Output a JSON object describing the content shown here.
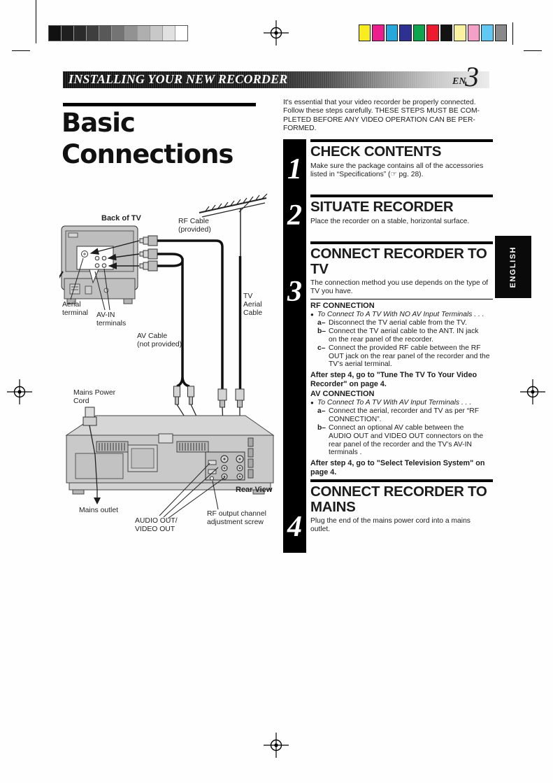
{
  "header": {
    "title": "INSTALLING YOUR NEW RECORDER",
    "language_code": "EN",
    "page_number": "3",
    "language_tab": "ENGLISH"
  },
  "left": {
    "main_title": "Basic\nConnections"
  },
  "intro": "It's essential that your video recorder be properly connected.\nFollow these steps carefully. THESE STEPS MUST BE COM-\nPLETED BEFORE ANY VIDEO OPERATION CAN BE PER-\nFORMED.",
  "ui": {
    "bullet_char": "●"
  },
  "steps": [
    {
      "number": "1",
      "title": "CHECK CONTENTS",
      "body": "Make sure the package contains all of the accessories\nlisted in “Specifications” (☞ pg. 28)."
    },
    {
      "number": "2",
      "title": "SITUATE RECORDER",
      "body": "Place the recorder on a stable, horizontal surface."
    },
    {
      "number": "3",
      "title": "CONNECT RECORDER TO\nTV",
      "body": "The connection method you use depends on the type of\nTV you have.",
      "sections": [
        {
          "heading": "RF CONNECTION",
          "bullet": "To Connect To A TV With NO AV Input Terminals . . .",
          "items": [
            {
              "label": "a–",
              "text": "Disconnect the TV aerial cable from the TV."
            },
            {
              "label": "b–",
              "text": "Connect the TV aerial cable to the ANT. IN jack\non the rear panel of the recorder."
            },
            {
              "label": "c–",
              "text": "Connect the provided RF cable between the RF\nOUT jack on the rear panel of the recorder and the\nTV’s aerial terminal."
            }
          ],
          "after": "After step 4, go to \"Tune The TV To Your Video\nRecorder\" on page 4."
        },
        {
          "heading": "AV CONNECTION",
          "bullet": "To Connect To A TV With AV Input Terminals . . .",
          "items": [
            {
              "label": "a–",
              "text": "Connect the aerial, recorder and TV as per “RF\nCONNECTION”."
            },
            {
              "label": "b–",
              "text": "Connect an optional AV cable between the\nAUDIO OUT and VIDEO OUT connectors on the\nrear panel of the recorder and the TV’s AV-IN\nterminals ."
            }
          ],
          "after": "After step 4, go to \"Select Television System\" on\npage 4."
        }
      ]
    },
    {
      "number": "4",
      "title": "CONNECT RECORDER TO\nMAINS",
      "body": "Plug the end of the mains power cord into a mains\noutlet."
    }
  ],
  "diagram": {
    "back_of_tv": "Back of TV",
    "rf_cable": "RF Cable\n(provided)",
    "tv_aerial_cable": "TV\nAerial\nCable",
    "aerial_terminal": "Aerial\nterminal",
    "av_in_terminals": "AV-IN\nterminals",
    "av_cable": "AV Cable\n(not provided)",
    "mains_power_cord": "Mains Power\nCord",
    "mains_outlet": "Mains outlet",
    "audio_video_out": "AUDIO OUT/\nVIDEO OUT",
    "rf_output_screw": "RF output channel\nadjustment screw",
    "rear_view": "Rear View"
  },
  "calibration": {
    "grayscale": [
      "#111111",
      "#1f1f1f",
      "#2b2b2b",
      "#3e3e3e",
      "#585858",
      "#747474",
      "#929292",
      "#afafaf",
      "#c8c8c8",
      "#e1e1e1",
      "#ffffff"
    ],
    "colors": [
      "#f9ed1f",
      "#ec1e8d",
      "#27a8dc",
      "#2e3192",
      "#0da64f",
      "#ec1c2e",
      "#131313",
      "#f9f3a1",
      "#f5a0c6",
      "#5fc9f3",
      "#898989"
    ]
  }
}
